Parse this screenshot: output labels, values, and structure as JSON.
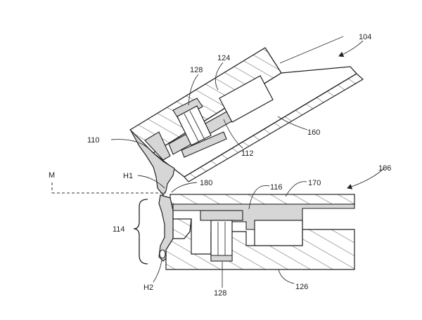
{
  "labels": {
    "l104": "104",
    "l124": "124",
    "l128_top": "128",
    "l110": "110",
    "l112": "112",
    "l160": "160",
    "lM": "M",
    "lH1": "H1",
    "l180": "180",
    "l116": "116",
    "l170": "170",
    "l106": "106",
    "l114": "114",
    "lH2": "H2",
    "l128_bottom": "128",
    "l126": "126"
  },
  "colors": {
    "line": "#222222",
    "fill_gray": "#d6d6d6",
    "hatch": "#444444",
    "background": "#ffffff"
  }
}
